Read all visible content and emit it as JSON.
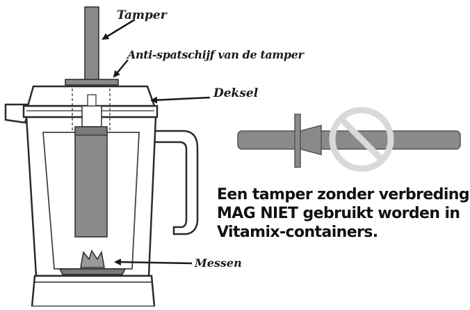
{
  "labels": {
    "tamper": "Tamper",
    "splash_disc": "Anti-spatschijf van de tamper",
    "lid": "Deksel",
    "blades": "Messen"
  },
  "warning": {
    "lines": [
      "Een tamper zonder verbreding",
      "MAG NIET gebruikt worden in",
      "Vitamix-containers."
    ]
  },
  "colors": {
    "outline": "#2a2a2a",
    "tamper_fill": "#8a8a8a",
    "prohibited_ring": "#d9d9d9"
  },
  "icons": {
    "prohibited": "no-symbol-icon"
  }
}
